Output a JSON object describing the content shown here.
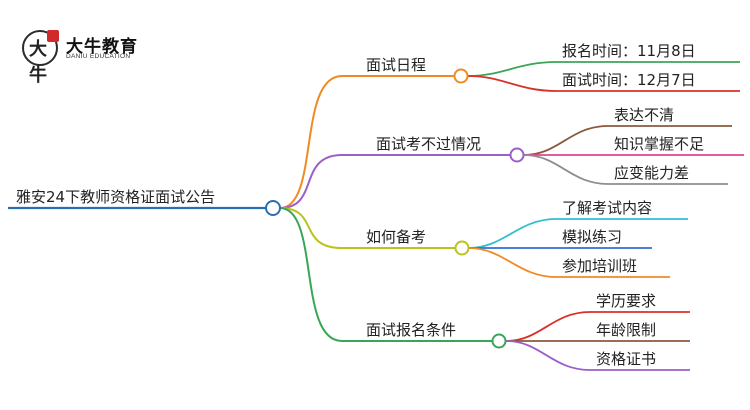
{
  "logo": {
    "name": "大牛教育",
    "subtitle": "DANIU EDUCATION",
    "glyph": "大牛"
  },
  "mindmap": {
    "root": "雅安24下教师资格证面试公告",
    "branches": [
      {
        "label": "面试日程",
        "color": "#f08a24",
        "children": [
          {
            "label": "报名时间：11月8日",
            "color": "#3aa655"
          },
          {
            "label": "面试时间：12月7日",
            "color": "#d9302a"
          }
        ]
      },
      {
        "label": "面试考不过情况",
        "color": "#9a5fc8",
        "children": [
          {
            "label": "表达不清",
            "color": "#8b5a3c"
          },
          {
            "label": "知识掌握不足",
            "color": "#e0439a"
          },
          {
            "label": "应变能力差",
            "color": "#8e8e8e"
          }
        ]
      },
      {
        "label": "如何备考",
        "color": "#b9c41c",
        "children": [
          {
            "label": "了解考试内容",
            "color": "#2fc0cf"
          },
          {
            "label": "模拟练习",
            "color": "#2f6fd6"
          },
          {
            "label": "参加培训班",
            "color": "#f08a24"
          }
        ]
      },
      {
        "label": "面试报名条件",
        "color": "#3aa655",
        "children": [
          {
            "label": "学历要求",
            "color": "#d9302a"
          },
          {
            "label": "年龄限制",
            "color": "#8b5a3c"
          },
          {
            "label": "资格证书",
            "color": "#9a5fc8"
          }
        ]
      }
    ]
  },
  "colors": {
    "root_line": "#2a6fb0"
  }
}
